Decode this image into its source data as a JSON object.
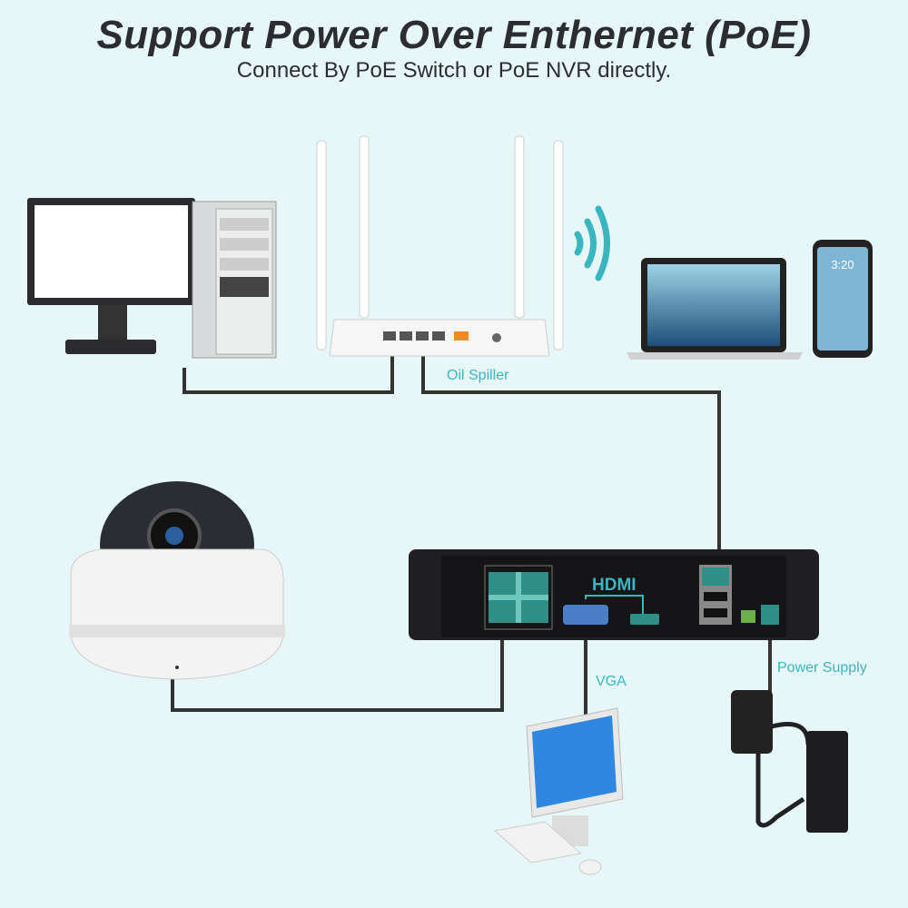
{
  "header": {
    "title": "Support Power Over Enthernet (PoE)",
    "subtitle": "Connect By PoE Switch or PoE NVR directly."
  },
  "labels": {
    "router_link": "Oil Spiller",
    "hdmi": "HDMI",
    "vga": "VGA",
    "power": "Power Supply"
  },
  "devices": {
    "phone_time": "3:20"
  },
  "colors": {
    "background": "#e7f7f8",
    "accent": "#3bb6c1",
    "cable": "#333333",
    "nvr": "#1f1f22"
  }
}
